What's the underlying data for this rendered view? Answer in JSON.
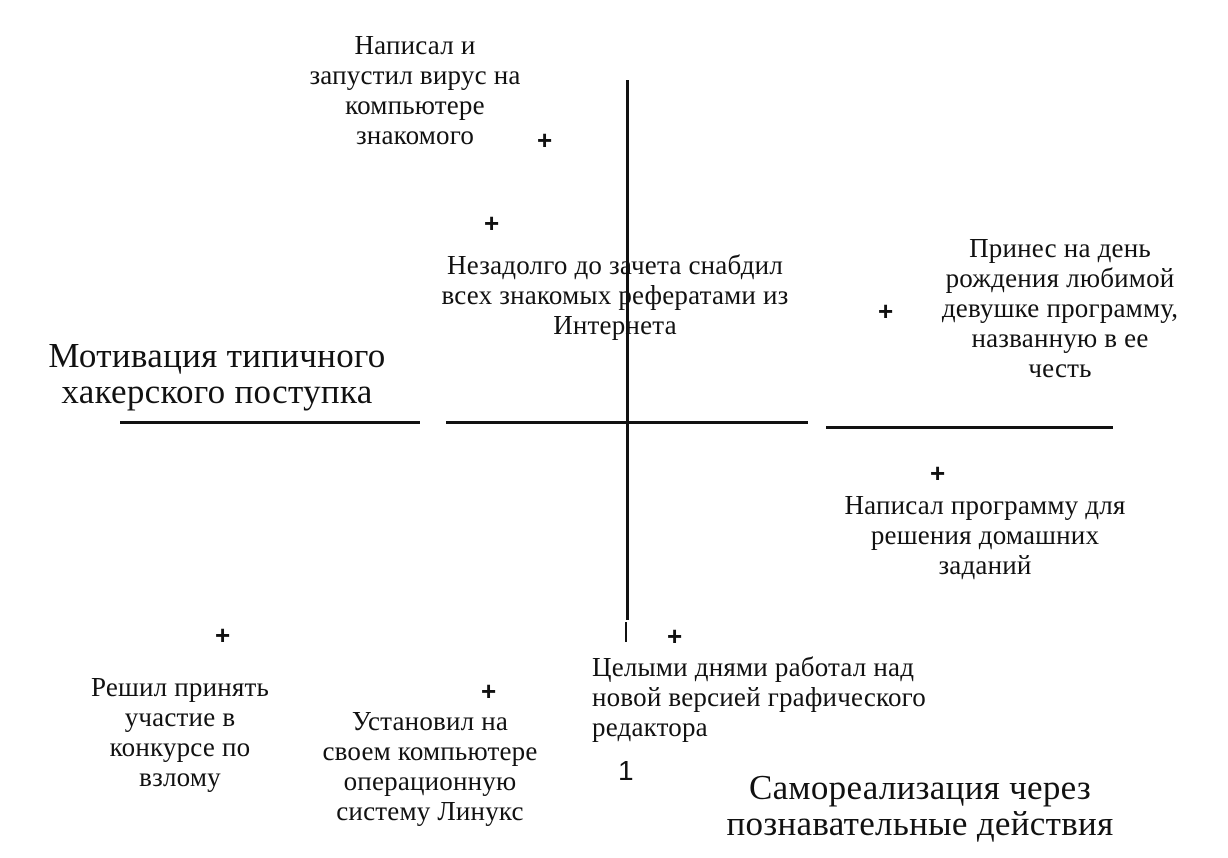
{
  "diagram": {
    "axis_titles": {
      "horizontal": "Мотивация типичного\nхакерского поступка",
      "vertical": "Самореализация через\nпознавательные действия"
    },
    "items": [
      {
        "id": "virus",
        "text": "Написал и\nзапустил вирус на\nкомпьютере\nзнакомого",
        "marker": "+"
      },
      {
        "id": "essays",
        "text": "Незадолго до зачета снабдил\nвсех знакомых рефератами из\nИнтернета",
        "marker": "+"
      },
      {
        "id": "birthday",
        "text": "Принес на день\nрождения любимой\nдевушке программу,\nназванную в ее\nчесть",
        "marker": "+"
      },
      {
        "id": "homework",
        "text": "Написал программу для\nрешения домашних\nзаданий",
        "marker": "+"
      },
      {
        "id": "contest",
        "text": "Решил принять\nучастие в\nконкурсе по\nвзлому",
        "marker": "+"
      },
      {
        "id": "linux",
        "text": "Установил на\nсвоем компьютере\nоперационную\nсистему Линукс",
        "marker": "+"
      },
      {
        "id": "editor",
        "text": "Целыми днями работал над\nновой версией графического\nредактора",
        "marker": "+"
      }
    ],
    "stray_mark": "1"
  }
}
